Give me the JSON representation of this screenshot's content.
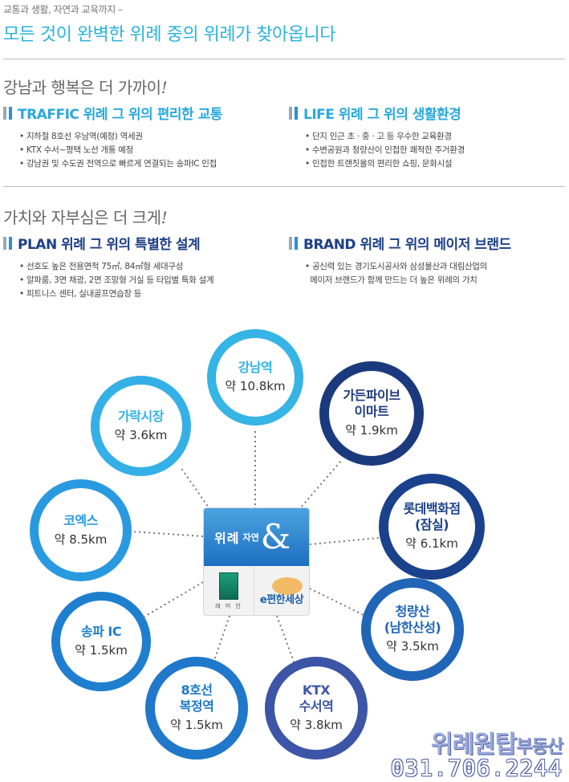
{
  "header": {
    "kicker": "교통과 생활, 자연과 교육까지 –",
    "headline": "모든 것이 완벽한  위례 중의 위례가 찾아옵니다"
  },
  "section1": {
    "title_main": "강남과 행복은 더 가까이",
    "title_mark": "!"
  },
  "section2": {
    "title_main": "가치와 자부심은  더 크게",
    "title_mark": "!"
  },
  "blocks": {
    "traffic": {
      "title": "TRAFFIC 위례 그 위의 편리한 교통",
      "items": [
        "지하철 8호선 우남역(예정) 역세권",
        "KTX 수서~평택 노선 개통 예정",
        "강남권 및 수도권 전역으로 빠르게 연결되는 송파IC 인접"
      ]
    },
    "life": {
      "title": "LIFE 위례 그 위의 생활환경",
      "items": [
        "단지 인근 초 · 중 · 고 등 우수한 교육환경",
        "수변공원과 청량산이 인접한 쾌적한 주거환경",
        "인접한 트랜짓몰의 편리한 쇼핑, 문화시설"
      ]
    },
    "plan": {
      "title": "PLAN 위례 그 위의 특별한 설계",
      "items": [
        "선호도 높은 전용면적 75㎡, 84㎡형 세대구성",
        "알파룸, 3면 채광, 2면 조망형 거실 등 타입별 특화 설계",
        "피트니스 센터, 실내골프연습장  등"
      ]
    },
    "brand": {
      "title": "BRAND 위례 그 위의 메이저 브랜드",
      "items": [
        "공신력 있는 경기도시공사와 삼성물산과 대림산업의",
        "메이저 브랜드가 함께 만드는 더 높은 위례의 가치"
      ]
    }
  },
  "center": {
    "word1": "위례",
    "word2": "자연",
    "amp": "&",
    "logo_left_text": "래 미 안",
    "logo_right_text": "e편한세상"
  },
  "places": [
    {
      "name": "강남역",
      "distance": "약 10.8km",
      "color": "#35b4e5"
    },
    {
      "name": "가든파이브\n이마트",
      "distance": "약 1.9km",
      "color": "#1b3a7e"
    },
    {
      "name": "롯데백화점\n(잠실)",
      "distance": "약 6.1km",
      "color": "#1a418c"
    },
    {
      "name": "청량산\n(남한산성)",
      "distance": "약 3.5km",
      "color": "#2165b7"
    },
    {
      "name": "KTX\n수서역",
      "distance": "약 3.8km",
      "color": "#3c55a6"
    },
    {
      "name": "8호선\n복정역",
      "distance": "약 1.5km",
      "color": "#1f78c9"
    },
    {
      "name": "송파 IC",
      "distance": "약 1.5km",
      "color": "#1f7fcf"
    },
    {
      "name": "코엑스",
      "distance": "약 8.5km",
      "color": "#2a9ae0"
    },
    {
      "name": "가락시장",
      "distance": "약 3.6km",
      "color": "#34b0e6"
    }
  ],
  "watermark": {
    "brand": "위례원탑",
    "suffix": "부동산",
    "phone": "031.706.2244"
  }
}
